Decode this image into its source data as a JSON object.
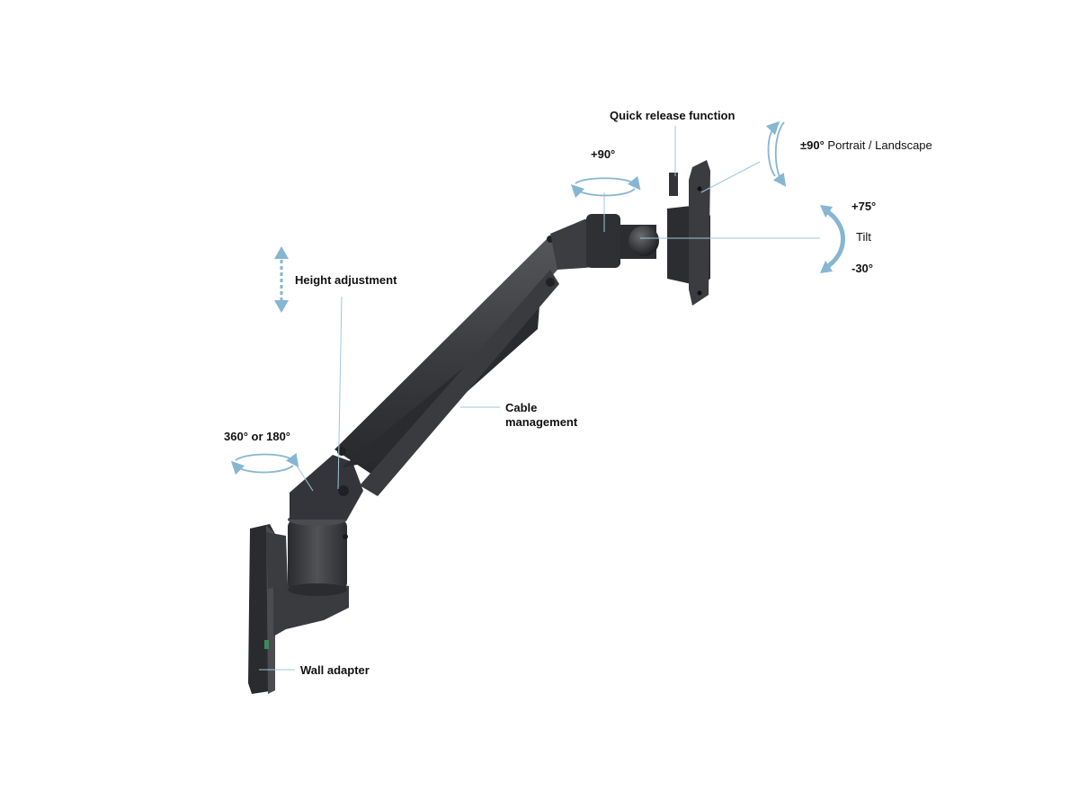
{
  "labels": {
    "quick_release": "Quick release function",
    "rotate_angle": "±90°",
    "rotate_text": "Portrait / Landscape",
    "swivel_plus90": "+90°",
    "tilt_up": "+75°",
    "tilt_word": "Tilt",
    "tilt_down": "-30°",
    "height": "Height adjustment",
    "base_rotation": "360° or 180°",
    "cable_line1": "Cable",
    "cable_line2": "management",
    "wall": "Wall adapter"
  },
  "colors": {
    "arm_dark": "#2e2f31",
    "arm_mid": "#3f4043",
    "arm_light": "#55575a",
    "accent_arrow": "#86b6d2",
    "leader_line": "#9fc7dc",
    "text": "#111111"
  },
  "icons": [
    "double-arrow-vertical-icon",
    "rotate-arrow-icon",
    "tilt-arc-arrow-icon"
  ]
}
